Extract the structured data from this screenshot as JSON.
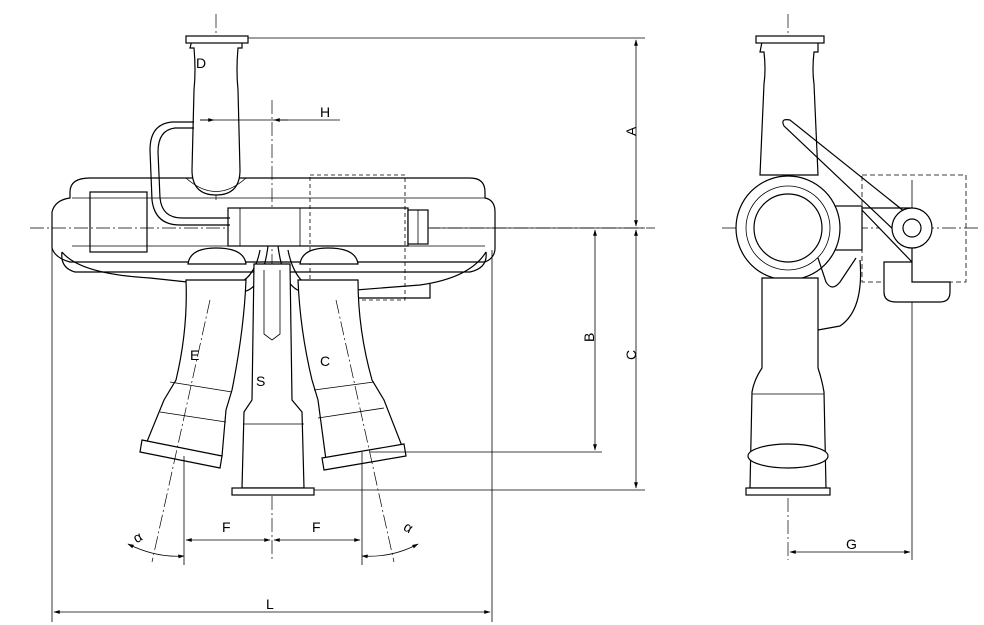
{
  "labels": {
    "D": "D",
    "H": "H",
    "A": "A",
    "B": "B",
    "C_dim": "C",
    "E": "E",
    "S": "S",
    "C_port": "C",
    "F_left": "F",
    "F_right": "F",
    "alpha_left": "α",
    "alpha_right": "α",
    "L": "L",
    "G": "G"
  }
}
